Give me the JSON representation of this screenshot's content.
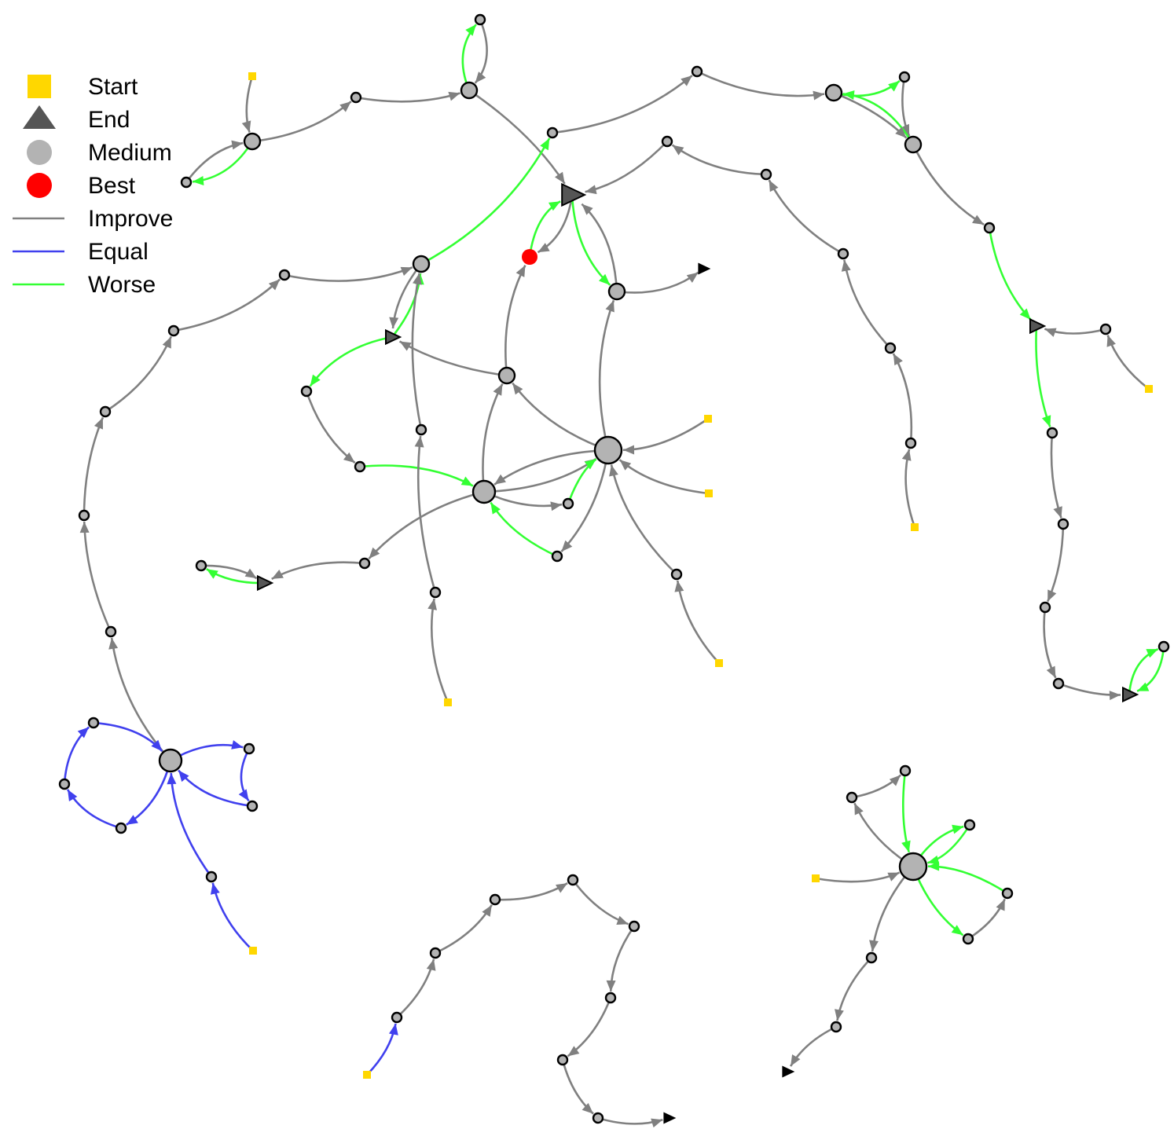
{
  "legend": {
    "items": [
      {
        "id": "start",
        "label": "Start",
        "kind": "square",
        "color": "#FFD700"
      },
      {
        "id": "end",
        "label": "End",
        "kind": "triangle",
        "color": "#555555"
      },
      {
        "id": "medium",
        "label": "Medium",
        "kind": "circle",
        "color": "#B3B3B3"
      },
      {
        "id": "best",
        "label": "Best",
        "kind": "circle",
        "color": "#FF0000"
      },
      {
        "id": "improve",
        "label": "Improve",
        "kind": "line",
        "color": "#808080"
      },
      {
        "id": "equal",
        "label": "Equal",
        "kind": "line",
        "color": "#4040EE"
      },
      {
        "id": "worse",
        "label": "Worse",
        "kind": "line",
        "color": "#33FF33"
      }
    ]
  },
  "colors": {
    "improve": "#808080",
    "equal": "#4040EE",
    "worse": "#33FF33",
    "start": "#FFD700",
    "medium": "#B3B3B3",
    "best": "#FF0000",
    "end": "#555555"
  }
}
